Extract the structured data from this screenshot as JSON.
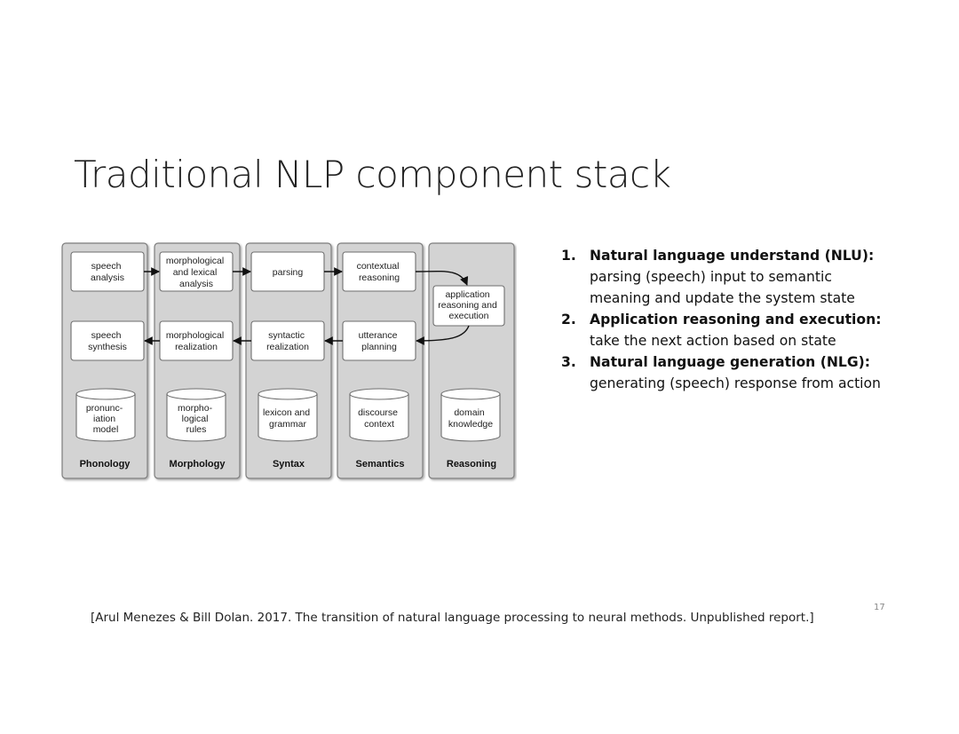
{
  "slide": {
    "title": "Traditional NLP component stack",
    "page_number": "17",
    "citation": "[Arul Menezes & Bill Dolan. 2017. The transition of natural language processing to neural methods. Unpublished report.]"
  },
  "diagram": {
    "columns": [
      {
        "label": "Phonology",
        "top": [
          "speech",
          "analysis"
        ],
        "bottom": [
          "speech",
          "synthesis"
        ],
        "store": [
          "pronunc-",
          "iation",
          "model"
        ]
      },
      {
        "label": "Morphology",
        "top": [
          "morphological",
          "and lexical",
          "analysis"
        ],
        "bottom": [
          "morphological",
          "realization"
        ],
        "store": [
          "morpho-",
          "logical",
          "rules"
        ]
      },
      {
        "label": "Syntax",
        "top": [
          "parsing"
        ],
        "bottom": [
          "syntactic",
          "realization"
        ],
        "store": [
          "lexicon and",
          "grammar"
        ]
      },
      {
        "label": "Semantics",
        "top": [
          "contextual",
          "reasoning"
        ],
        "bottom": [
          "utterance",
          "planning"
        ],
        "store": [
          "discourse",
          "context"
        ]
      },
      {
        "label": "Reasoning",
        "middle": [
          "application",
          "reasoning and",
          "execution"
        ],
        "store": [
          "domain",
          "knowledge"
        ]
      }
    ]
  },
  "list": {
    "items": [
      {
        "number": "1.",
        "heading": "Natural language understand (NLU):",
        "text_lines": [
          "parsing (speech) input to semantic",
          "meaning and update the system state"
        ]
      },
      {
        "number": "2.",
        "heading": "Application reasoning and execution:",
        "text_lines": [
          "take the next action based on state"
        ]
      },
      {
        "number": "3.",
        "heading": "Natural language generation (NLG):",
        "text_lines": [
          "generating (speech) response from action"
        ]
      }
    ]
  }
}
